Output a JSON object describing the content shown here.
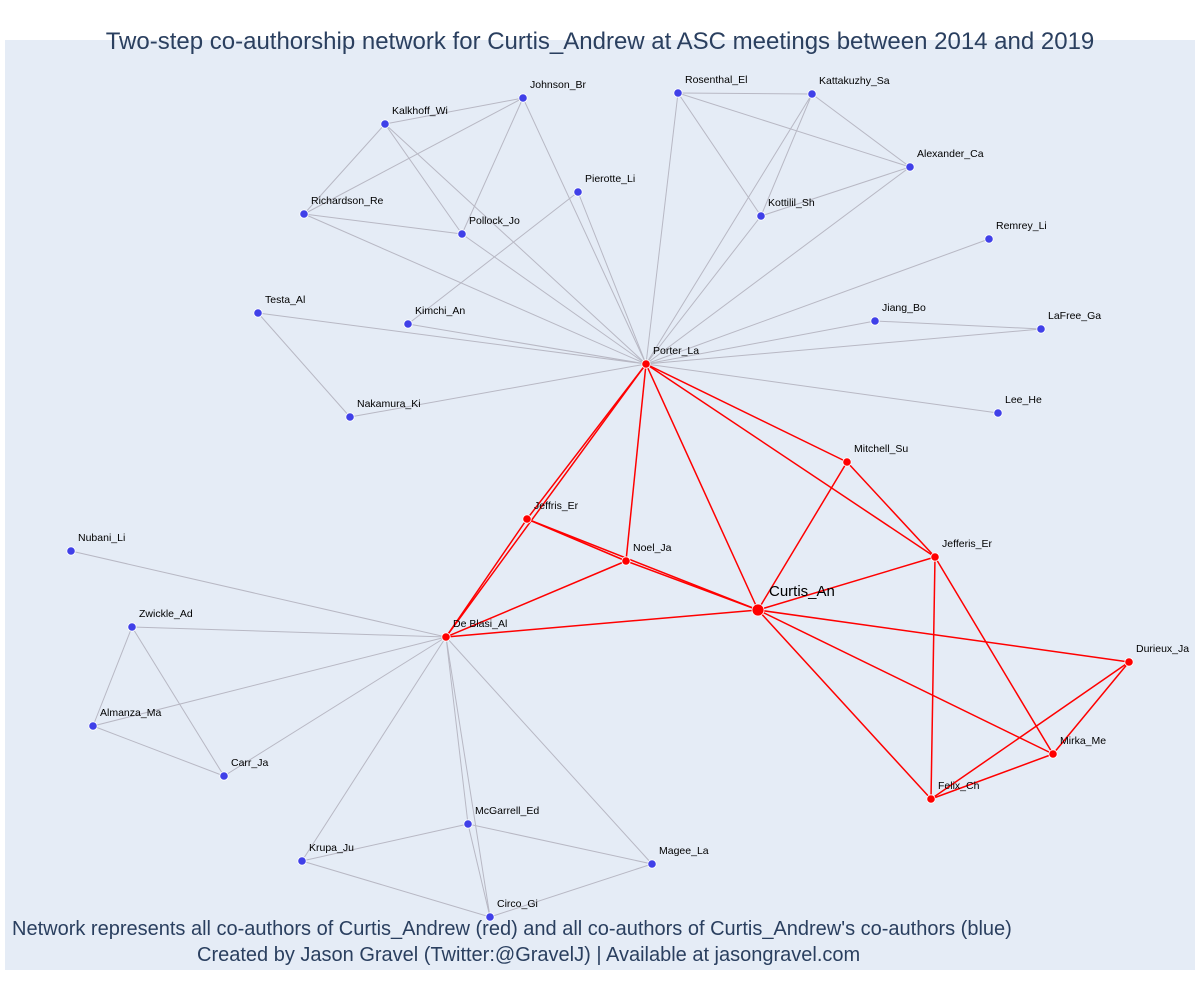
{
  "title": "Two-step co-authorship network for Curtis_Andrew at ASC meetings between 2014 and 2019",
  "footer": {
    "line1": "Network represents all co-authors of Curtis_Andrew (red) and all co-authors of Curtis_Andrew's co-authors (blue)",
    "line2": "Created by Jason Gravel (Twitter:@GravelJ) | Available at jasongravel.com"
  },
  "colors": {
    "background": "#e5ecf6",
    "red": "#ff0000",
    "blue": "#4040e8",
    "gray_edge": "#b8b8c4",
    "title": "#2a3f5f"
  },
  "chart_data": {
    "type": "network",
    "nodes": [
      {
        "id": "Curtis_An",
        "group": "center"
      },
      {
        "id": "Porter_La",
        "group": "red"
      },
      {
        "id": "Jeffris_Er",
        "group": "red"
      },
      {
        "id": "Noel_Ja",
        "group": "red"
      },
      {
        "id": "De Blasi_Al",
        "group": "red"
      },
      {
        "id": "Mitchell_Su",
        "group": "red"
      },
      {
        "id": "Jefferis_Er",
        "group": "red"
      },
      {
        "id": "Durieux_Ja",
        "group": "red"
      },
      {
        "id": "Mirka_Me",
        "group": "red"
      },
      {
        "id": "Felix_Ch",
        "group": "red"
      },
      {
        "id": "Johnson_Br",
        "group": "blue"
      },
      {
        "id": "Kalkhoff_Wi",
        "group": "blue"
      },
      {
        "id": "Richardson_Re",
        "group": "blue"
      },
      {
        "id": "Pollock_Jo",
        "group": "blue"
      },
      {
        "id": "Pierotte_Li",
        "group": "blue"
      },
      {
        "id": "Rosenthal_El",
        "group": "blue"
      },
      {
        "id": "Kattakuzhy_Sa",
        "group": "blue"
      },
      {
        "id": "Alexander_Ca",
        "group": "blue"
      },
      {
        "id": "Kottilil_Sh",
        "group": "blue"
      },
      {
        "id": "Remrey_Li",
        "group": "blue"
      },
      {
        "id": "Jiang_Bo",
        "group": "blue"
      },
      {
        "id": "LaFree_Ga",
        "group": "blue"
      },
      {
        "id": "Lee_He",
        "group": "blue"
      },
      {
        "id": "Testa_Al",
        "group": "blue"
      },
      {
        "id": "Kimchi_An",
        "group": "blue"
      },
      {
        "id": "Nakamura_Ki",
        "group": "blue"
      },
      {
        "id": "Nubani_Li",
        "group": "blue"
      },
      {
        "id": "Zwickle_Ad",
        "group": "blue"
      },
      {
        "id": "Almanza_Ma",
        "group": "blue"
      },
      {
        "id": "Carr_Ja",
        "group": "blue"
      },
      {
        "id": "McGarrell_Ed",
        "group": "blue"
      },
      {
        "id": "Krupa_Ju",
        "group": "blue"
      },
      {
        "id": "Magee_La",
        "group": "blue"
      },
      {
        "id": "Circo_Gi",
        "group": "blue"
      }
    ],
    "edges_red": [
      [
        "Curtis_An",
        "Porter_La"
      ],
      [
        "Curtis_An",
        "Jeffris_Er"
      ],
      [
        "Curtis_An",
        "Noel_Ja"
      ],
      [
        "Curtis_An",
        "De Blasi_Al"
      ],
      [
        "Curtis_An",
        "Mitchell_Su"
      ],
      [
        "Curtis_An",
        "Jefferis_Er"
      ],
      [
        "Curtis_An",
        "Durieux_Ja"
      ],
      [
        "Curtis_An",
        "Mirka_Me"
      ],
      [
        "Curtis_An",
        "Felix_Ch"
      ],
      [
        "Porter_La",
        "Jeffris_Er"
      ],
      [
        "Porter_La",
        "Noel_Ja"
      ],
      [
        "Porter_La",
        "De Blasi_Al"
      ],
      [
        "Porter_La",
        "Mitchell_Su"
      ],
      [
        "Porter_La",
        "Jefferis_Er"
      ],
      [
        "Jeffris_Er",
        "Noel_Ja"
      ],
      [
        "Jeffris_Er",
        "De Blasi_Al"
      ],
      [
        "Noel_Ja",
        "De Blasi_Al"
      ],
      [
        "Mitchell_Su",
        "Jefferis_Er"
      ],
      [
        "Jefferis_Er",
        "Felix_Ch"
      ],
      [
        "Jefferis_Er",
        "Mirka_Me"
      ],
      [
        "Durieux_Ja",
        "Mirka_Me"
      ],
      [
        "Durieux_Ja",
        "Felix_Ch"
      ],
      [
        "Mirka_Me",
        "Felix_Ch"
      ]
    ],
    "edges_gray": [
      [
        "Porter_La",
        "Johnson_Br"
      ],
      [
        "Porter_La",
        "Kalkhoff_Wi"
      ],
      [
        "Porter_La",
        "Richardson_Re"
      ],
      [
        "Porter_La",
        "Pollock_Jo"
      ],
      [
        "Porter_La",
        "Pierotte_Li"
      ],
      [
        "Porter_La",
        "Rosenthal_El"
      ],
      [
        "Porter_La",
        "Kattakuzhy_Sa"
      ],
      [
        "Porter_La",
        "Alexander_Ca"
      ],
      [
        "Porter_La",
        "Kottilil_Sh"
      ],
      [
        "Porter_La",
        "Remrey_Li"
      ],
      [
        "Porter_La",
        "Jiang_Bo"
      ],
      [
        "Porter_La",
        "LaFree_Ga"
      ],
      [
        "Porter_La",
        "Lee_He"
      ],
      [
        "Porter_La",
        "Testa_Al"
      ],
      [
        "Porter_La",
        "Kimchi_An"
      ],
      [
        "Porter_La",
        "Nakamura_Ki"
      ],
      [
        "Johnson_Br",
        "Kalkhoff_Wi"
      ],
      [
        "Johnson_Br",
        "Richardson_Re"
      ],
      [
        "Johnson_Br",
        "Pollock_Jo"
      ],
      [
        "Kalkhoff_Wi",
        "Richardson_Re"
      ],
      [
        "Kalkhoff_Wi",
        "Pollock_Jo"
      ],
      [
        "Richardson_Re",
        "Pollock_Jo"
      ],
      [
        "Rosenthal_El",
        "Kattakuzhy_Sa"
      ],
      [
        "Rosenthal_El",
        "Alexander_Ca"
      ],
      [
        "Rosenthal_El",
        "Kottilil_Sh"
      ],
      [
        "Kattakuzhy_Sa",
        "Alexander_Ca"
      ],
      [
        "Kattakuzhy_Sa",
        "Kottilil_Sh"
      ],
      [
        "Alexander_Ca",
        "Kottilil_Sh"
      ],
      [
        "Jiang_Bo",
        "LaFree_Ga"
      ],
      [
        "Testa_Al",
        "Nakamura_Ki"
      ],
      [
        "Kimchi_An",
        "Pierotte_Li"
      ],
      [
        "De Blasi_Al",
        "Nubani_Li"
      ],
      [
        "De Blasi_Al",
        "Zwickle_Ad"
      ],
      [
        "De Blasi_Al",
        "Almanza_Ma"
      ],
      [
        "De Blasi_Al",
        "Carr_Ja"
      ],
      [
        "De Blasi_Al",
        "McGarrell_Ed"
      ],
      [
        "De Blasi_Al",
        "Krupa_Ju"
      ],
      [
        "De Blasi_Al",
        "Magee_La"
      ],
      [
        "De Blasi_Al",
        "Circo_Gi"
      ],
      [
        "Zwickle_Ad",
        "Almanza_Ma"
      ],
      [
        "Zwickle_Ad",
        "Carr_Ja"
      ],
      [
        "Almanza_Ma",
        "Carr_Ja"
      ],
      [
        "McGarrell_Ed",
        "Krupa_Ju"
      ],
      [
        "McGarrell_Ed",
        "Magee_La"
      ],
      [
        "McGarrell_Ed",
        "Circo_Gi"
      ],
      [
        "Krupa_Ju",
        "Circo_Gi"
      ],
      [
        "Magee_La",
        "Circo_Gi"
      ]
    ]
  }
}
